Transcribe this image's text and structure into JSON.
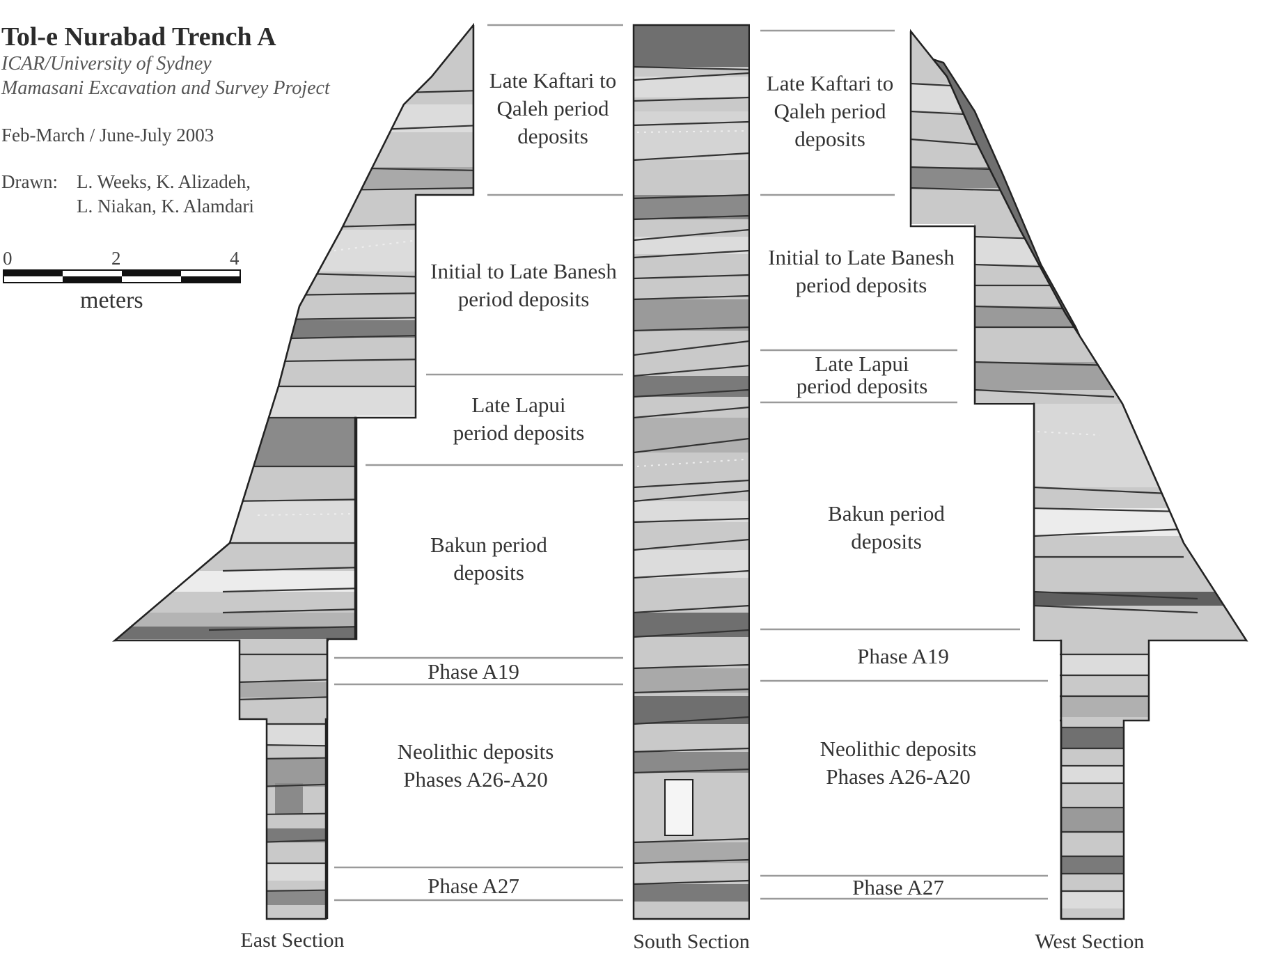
{
  "header": {
    "title": "Tol-e Nurabad Trench A",
    "subtitle_1": "ICAR/University of Sydney",
    "subtitle_2": "Mamasani Excavation and Survey Project",
    "dates": "Feb-March / June-July 2003",
    "drawn_label": "Drawn:",
    "drawn_1": "L. Weeks, K. Alizadeh,",
    "drawn_2": "L. Niakan, K. Alamdari"
  },
  "scale_bar": {
    "ticks": [
      "0",
      "2",
      "4"
    ],
    "unit": "meters"
  },
  "sections": {
    "east": "East Section",
    "south": "South Section",
    "west": "West Section"
  },
  "left_labels": {
    "kaftari_1": "Late Kaftari to",
    "kaftari_2": "Qaleh period",
    "kaftari_3": "deposits",
    "banesh_1": "Initial to Late Banesh",
    "banesh_2": "period deposits",
    "lapui_1": "Late Lapui",
    "lapui_2": "period deposits",
    "bakun_1": "Bakun period",
    "bakun_2": "deposits",
    "a19": "Phase A19",
    "neo_1": "Neolithic deposits",
    "neo_2": "Phases A26-A20",
    "a27": "Phase A27"
  },
  "right_labels": {
    "kaftari_1": "Late Kaftari to",
    "kaftari_2": "Qaleh period",
    "kaftari_3": "deposits",
    "banesh_1": "Initial to Late Banesh",
    "banesh_2": "period deposits",
    "lapui_1": "Late Lapui",
    "lapui_2": "period deposits",
    "bakun_1": "Bakun period",
    "bakun_2": "deposits",
    "a19": "Phase A19",
    "neo_1": "Neolithic deposits",
    "neo_2": "Phases A26-A20",
    "a27": "Phase A27"
  },
  "colors": {
    "dark_fill": "#6f6f6f",
    "mid_fill": "#a9a9a9",
    "light_fill": "#c9c9c9",
    "lighter_fill": "#dcdcdc",
    "outline": "#222222"
  }
}
